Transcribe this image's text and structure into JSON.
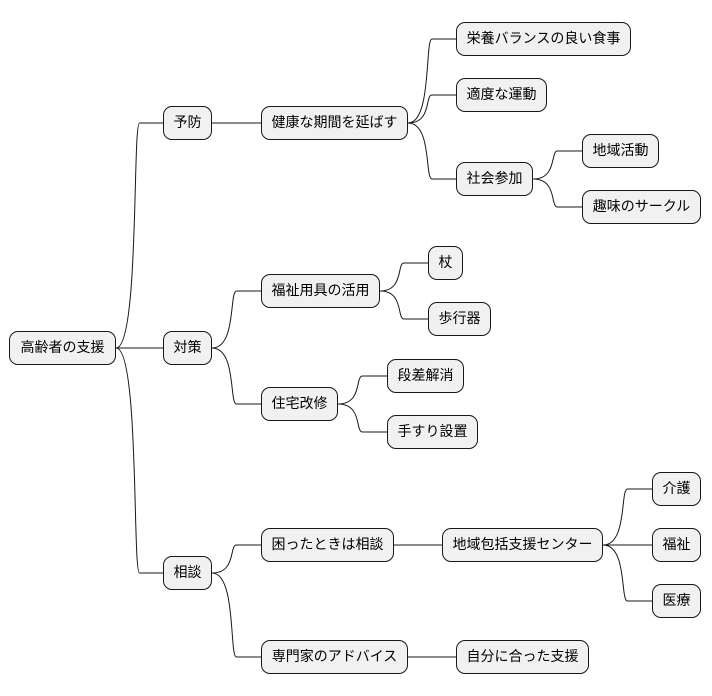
{
  "mindmap": {
    "root": "高齢者の支援",
    "branches": {
      "prevention": {
        "label": "予防",
        "healthy_life": "健康な期間を延ばす",
        "nutrition": "栄養バランスの良い食事",
        "exercise": "適度な運動",
        "social": "社会参加",
        "community": "地域活動",
        "hobby": "趣味のサークル"
      },
      "measures": {
        "label": "対策",
        "welfare_tools": "福祉用具の活用",
        "cane": "杖",
        "walker": "歩行器",
        "renovation": "住宅改修",
        "step_removal": "段差解消",
        "handrail": "手すり設置"
      },
      "consultation": {
        "label": "相談",
        "when_troubled": "困ったときは相談",
        "center": "地域包括支援センター",
        "care": "介護",
        "welfare": "福祉",
        "medical": "医療",
        "expert_advice": "専門家のアドバイス",
        "tailored": "自分に合った支援"
      }
    }
  },
  "colors": {
    "node_fill": "#f1f1f1",
    "node_border": "#181818",
    "edge": "#181818",
    "background": "#ffffff"
  }
}
